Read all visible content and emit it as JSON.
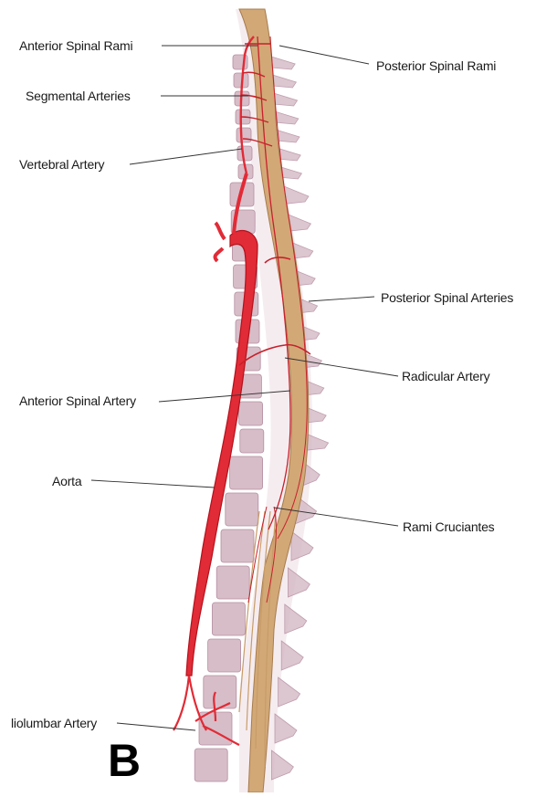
{
  "figure": {
    "panel_letter": "B",
    "colors": {
      "artery": "#e12b36",
      "artery_dark": "#b3121d",
      "spinal_cord": "#d2a877",
      "vertebra": "#d7bdc8",
      "vertebra_edge": "#b58ea0",
      "leader_line": "#333333"
    }
  },
  "labels": {
    "anterior_spinal_rami": "Anterior Spinal Rami",
    "segmental_arteries": "Segmental Arteries",
    "vertebral_artery": "Vertebral Artery",
    "posterior_spinal_rami": "Posterior Spinal Rami",
    "posterior_spinal_arteries": "Posterior Spinal Arteries",
    "radicular_artery": "Radicular Artery",
    "anterior_spinal_artery": "Anterior Spinal Artery",
    "aorta": "Aorta",
    "rami_cruciantes": "Rami Cruciantes",
    "iliolumbar_artery": "liolumbar Artery"
  }
}
